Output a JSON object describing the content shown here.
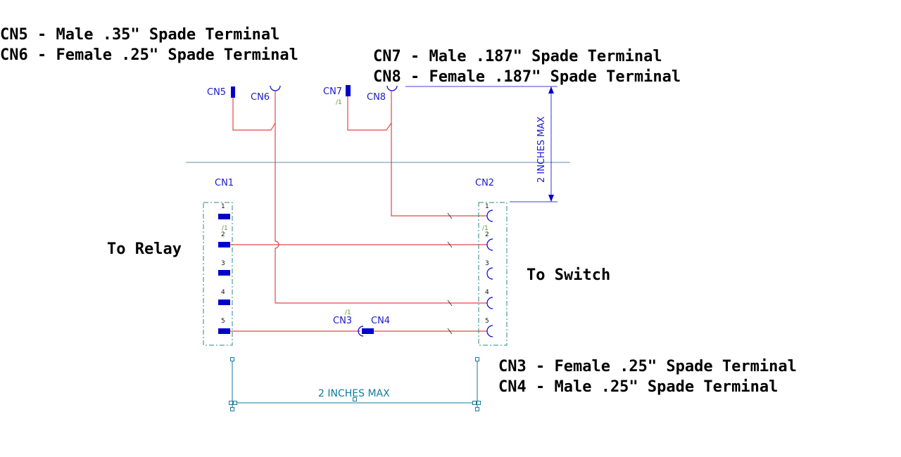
{
  "legend": {
    "cn5": "CN5 - Male .35\" Spade Terminal",
    "cn6": "CN6 - Female .25\" Spade Terminal",
    "cn7": "CN7 - Male .187\" Spade Terminal",
    "cn8": "CN8 - Female .187\" Spade Terminal",
    "cn3": "CN3 - Female .25\" Spade Terminal",
    "cn4": "CN4 - Male .25\" Spade Terminal"
  },
  "annotations": {
    "to_relay": "To Relay",
    "to_switch": "To Switch"
  },
  "connectors": {
    "cn1": "CN1",
    "cn2": "CN2",
    "cn3": "CN3",
    "cn4": "CN4",
    "cn5": "CN5",
    "cn6": "CN6",
    "cn7": "CN7",
    "cn8": "CN8"
  },
  "pins": [
    "1",
    "2",
    "3",
    "4",
    "5"
  ],
  "refs": {
    "cn7": "/1",
    "cn1": "/1",
    "cn2": "/1",
    "cn3": "/1"
  },
  "dimensions": {
    "vertical": "2 INCHES MAX",
    "horizontal": "2 INCHES MAX"
  },
  "colors": {
    "wire": "#e04848",
    "connector": "#0000cc",
    "dimension": "#127a9c",
    "text": "#000000"
  }
}
